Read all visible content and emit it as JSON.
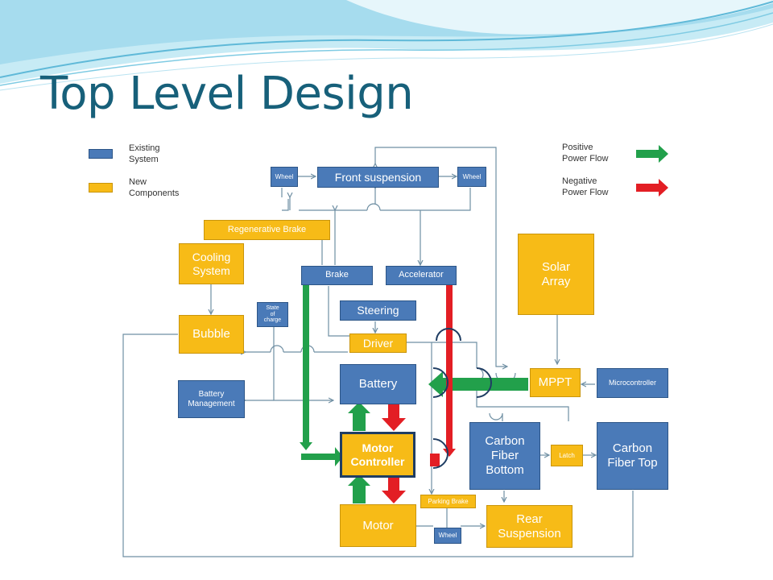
{
  "slide": {
    "title": "Top Level Design",
    "theme": {
      "title_color": "#17607a",
      "wave_colors": [
        "#9fd9ea",
        "#c3e9f3",
        "#5fb9d8"
      ]
    }
  },
  "colors": {
    "existing": "#4a7ab8",
    "existing_border": "#2c5587",
    "new": "#f7bb17",
    "new_border": "#c9950c",
    "positive_flow": "#22a04b",
    "negative_flow": "#e31e24",
    "line": "#6f8fa3"
  },
  "legend": {
    "existing": "Existing\nSystem",
    "new": "New\nComponents",
    "positive": "Positive\nPower Flow",
    "negative": "Negative\nPower Flow"
  },
  "blocks": {
    "wheel_left": "Wheel",
    "front_suspension": "Front suspension",
    "wheel_right": "Wheel",
    "regenerative_brake": "Regenerative Brake",
    "cooling_system": "Cooling\nSystem",
    "brake": "Brake",
    "accelerator": "Accelerator",
    "solar_array": "Solar\nArray",
    "steering": "Steering",
    "state_of_charge": "State\nof\ncharge",
    "bubble": "Bubble",
    "driver": "Driver",
    "battery": "Battery",
    "mppt": "MPPT",
    "microcontroller": "Microcontroller",
    "battery_management": "Battery\nManagement",
    "carbon_fiber_bottom": "Carbon\nFiber\nBottom",
    "latch": "Latch",
    "carbon_fiber_top": "Carbon\nFiber Top",
    "motor_controller": "Motor\nController",
    "parking_brake": "Parking Brake",
    "motor": "Motor",
    "wheel_bottom": "Wheel",
    "rear_suspension": "Rear\nSuspension"
  }
}
